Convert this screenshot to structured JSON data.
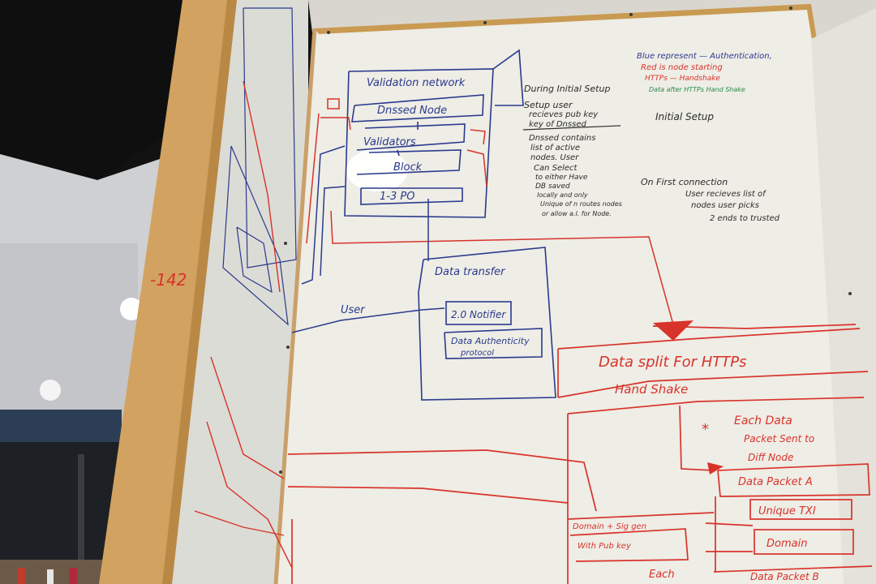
{
  "colors": {
    "blue_marker": "#2a3a8c",
    "red_marker": "#d8332a",
    "black_marker": "#2b2b2b",
    "green_marker": "#2a8a4a",
    "whiteboard": "#eeede6",
    "wood_frame": "#d7a865"
  },
  "legend": {
    "blue": "Blue represent — Authentication,",
    "red": "Red is node starting",
    "https": "HTTPs — Handshake",
    "green": "Data after HTTPs Hand Shake"
  },
  "setup_notes": {
    "heading": "During Initial Setup",
    "user_line_1": "Setup user",
    "user_line_2": "recieves pub key",
    "user_line_3": "key of Dnssed",
    "contains_1": "Dnssed contains",
    "contains_2": "list of active",
    "contains_3": "nodes. User",
    "contains_4": "Can Select",
    "contains_5": "to either Have",
    "contains_6": "DB saved",
    "contains_7": "locally and only",
    "contains_8": "Unique of n routes nodes",
    "contains_9": "or allow a.l. for Node.",
    "initial_setup": "Initial Setup",
    "first_conn_1": "On First connection",
    "first_conn_2": "User recieves list of",
    "first_conn_3": "nodes user picks",
    "first_conn_4": "2 ends to trusted"
  },
  "validation_network": {
    "title": "Validation network",
    "dnssed_node": "Dnssed Node",
    "validators": "Validators",
    "block": "Block",
    "pos": "1-3 PO"
  },
  "data_transfer": {
    "title": "Data transfer",
    "notifier": "2.0 Notifier",
    "auth_protocol_1": "Data Authenticity",
    "auth_protocol_2": "protocol",
    "user_label": "User"
  },
  "https_split": {
    "title_1": "Data split   For HTTPs",
    "title_2": "Hand Shake",
    "each_1": "Each Data",
    "each_2": "Packet Sent to",
    "each_3": "Diff Node",
    "packet_a": "Data Packet A",
    "unique_txi": "Unique TXI",
    "domain": "Domain",
    "packet_b": "Data Packet B",
    "domain_sig_1": "Domain + Sig gen",
    "domain_sig_2": "With Pub key",
    "each_bottom": "Each"
  },
  "left_board": {
    "red_scribble": "-142"
  }
}
